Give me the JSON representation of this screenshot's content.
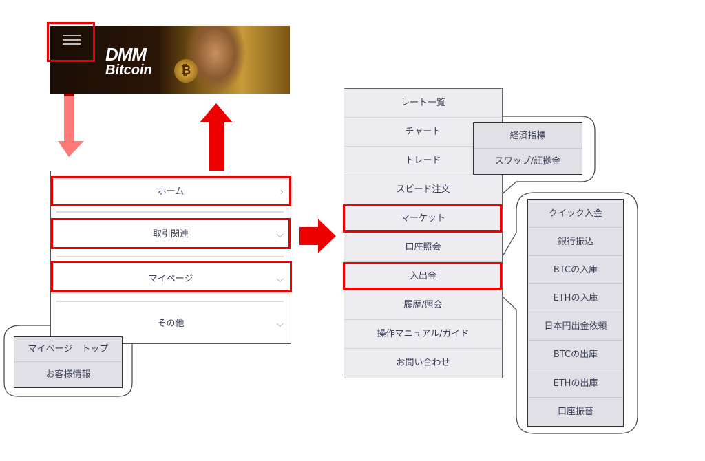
{
  "banner": {
    "brand_line1": "DMM",
    "brand_line2": "Bitcoin",
    "coin_symbol": "₿"
  },
  "left_menu": {
    "items": [
      {
        "label": "ホーム",
        "chevron": "›"
      },
      {
        "label": "取引関連",
        "chevron": "⌵"
      },
      {
        "label": "マイページ",
        "chevron": "⌵"
      },
      {
        "label": "その他",
        "chevron": "⌵"
      }
    ]
  },
  "mypage_submenu": [
    "マイページ　トップ",
    "お客様情報"
  ],
  "trade_menu": [
    "レート一覧",
    "チャート",
    "トレード",
    "スピード注文",
    "マーケット",
    "口座照会",
    "入出金",
    "履歴/照会",
    "操作マニュアル/ガイド",
    "お問い合わせ"
  ],
  "market_submenu": [
    "経済指標",
    "スワップ/証拠金"
  ],
  "deposit_submenu": [
    "クイック入金",
    "銀行振込",
    "BTCの入庫",
    "ETHの入庫",
    "日本円出金依頼",
    "BTCの出庫",
    "ETHの出庫",
    "口座振替"
  ],
  "colors": {
    "highlight": "#ee0000",
    "arrow_light": "#ff6a6a"
  }
}
